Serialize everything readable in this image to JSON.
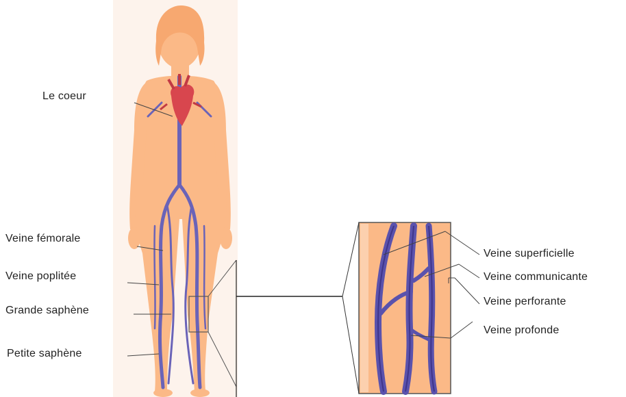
{
  "labels": {
    "heart": "Le coeur",
    "femoral": "Veine fémorale",
    "popliteal": "Veine poplitée",
    "great_saphenous": "Grande saphène",
    "small_saphenous": "Petite saphène",
    "superficial": "Veine superficielle",
    "communicating": "Veine communicante",
    "perforating": "Veine perforante",
    "deep": "Veine profonde"
  },
  "colors": {
    "skin": "#fbb987",
    "skin_light": "#fcd0ae",
    "vein": "#6a63b8",
    "vein_dark": "#4b3f92",
    "heart": "#d8464e",
    "leader": "#444444"
  }
}
